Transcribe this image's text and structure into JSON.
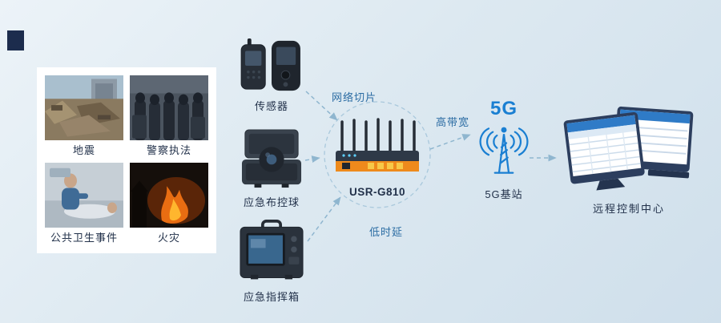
{
  "scenarios": {
    "items": [
      {
        "label": "地震"
      },
      {
        "label": "警察执法"
      },
      {
        "label": "公共卫生事件"
      },
      {
        "label": "火灾"
      }
    ]
  },
  "devices": {
    "sensor_label": "传感器",
    "ball_label": "应急布控球",
    "command_box_label": "应急指挥箱"
  },
  "router": {
    "model": "USR-G810",
    "annotation_top": "网络切片",
    "annotation_bottom": "低时延"
  },
  "uplink": {
    "annotation": "高带宽"
  },
  "base_station": {
    "badge": "5G",
    "label": "5G基站"
  },
  "control_center": {
    "label": "远程控制中心"
  },
  "colors": {
    "accent_blue": "#1a7fd2",
    "annotation_blue": "#2b6ca3",
    "label_dark": "#22314a"
  }
}
